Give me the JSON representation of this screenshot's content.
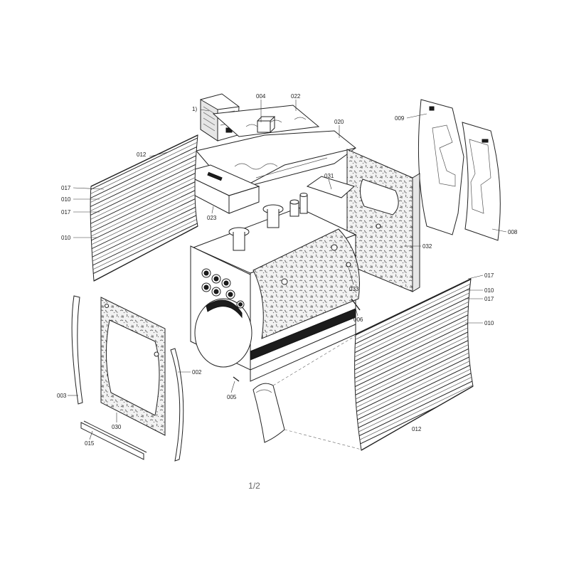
{
  "diagram": {
    "labels": {
      "p001": "1)",
      "p004": "004",
      "p022": "022",
      "p020": "020",
      "p012a": "012",
      "p009": "009",
      "p017a": "017",
      "p010a": "010",
      "p017b": "017",
      "p010b": "010",
      "p031": "031",
      "p023": "023",
      "p008": "008",
      "p032": "032",
      "p033": "033",
      "p017c": "017",
      "p010c": "010",
      "p017d": "017",
      "p010d": "010",
      "p006": "006",
      "p002": "002",
      "p003": "003",
      "p005": "005",
      "p030": "030",
      "p015": "015",
      "p012b": "012"
    }
  },
  "page_number": "1/2"
}
